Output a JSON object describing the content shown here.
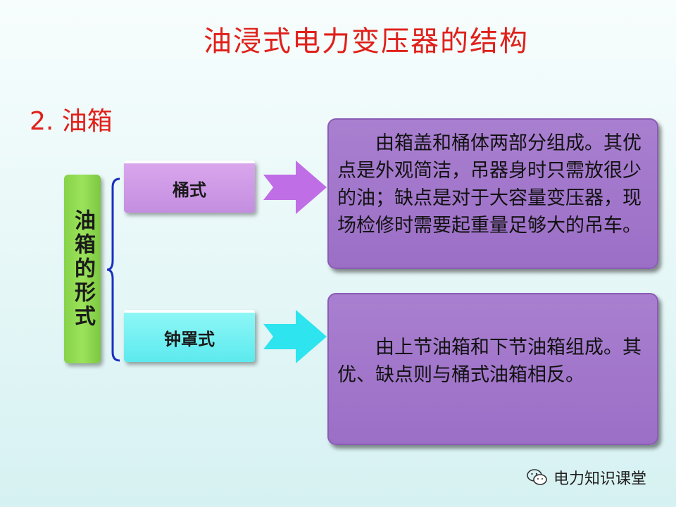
{
  "title": "油浸式电力变压器的结构",
  "section": "2. 油箱",
  "vertical_label": "油箱的形式",
  "types": [
    {
      "label": "桶式"
    },
    {
      "label": "钟罩式"
    }
  ],
  "descriptions": [
    {
      "text": "由箱盖和桶体两部分组成。其优点是外观简洁，吊器身时只需放很少的油；缺点是对于大容量变压器，现场检修时需要起重量足够大的吊车。"
    },
    {
      "text": "由上节油箱和下节油箱组成。其优、缺点则与桶式油箱相反。"
    }
  ],
  "footer": {
    "brand": "电力知识课堂",
    "icon": "wechat-icon"
  },
  "colors": {
    "title": "#e0201a",
    "vertical_box": "#8fd850",
    "type1_box": "#cf9be8",
    "type2_box": "#6cf0f2",
    "info_box": "#a37ccc",
    "arrow1": "#c070e8",
    "arrow2": "#30e6f0"
  }
}
